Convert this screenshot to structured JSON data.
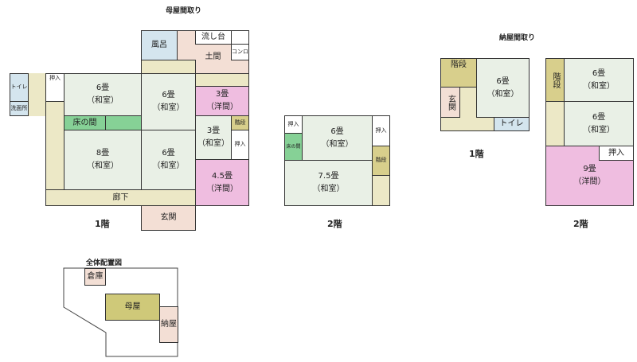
{
  "main_house": {
    "title": "母屋間取り",
    "floor1": {
      "label": "1階",
      "bath": "風呂",
      "sink": "流し台",
      "stove": "コンロ",
      "earth_floor": "土間",
      "toilet": "トイレ",
      "washroom": "洗面所",
      "closet_left": "押入",
      "room_6a": {
        "size": "6畳",
        "type": "（和室）"
      },
      "tokonoma": "床の間",
      "room_6b": {
        "size": "6畳",
        "type": "（和室）"
      },
      "room_3w": {
        "size": "3畳",
        "type": "（洋間）"
      },
      "room_8": {
        "size": "8畳",
        "type": "（和室）"
      },
      "room_6c": {
        "size": "6畳",
        "type": "（和室）"
      },
      "room_3j": {
        "size": "3畳",
        "type": "（和室）"
      },
      "stairs": "階段",
      "closet_right": "押入",
      "room_45": {
        "size": "4.5畳",
        "type": "（洋間）"
      },
      "hallway": "廊下",
      "entrance": "玄関"
    },
    "floor2": {
      "label": "2階",
      "closet_a": "押入",
      "tokonoma": "床の間",
      "room_6": {
        "size": "6畳",
        "type": "（和室）"
      },
      "closet_b": "押入",
      "stairs": "階段",
      "room_75": {
        "size": "7.5畳",
        "type": "（和室）"
      }
    }
  },
  "barn": {
    "title": "納屋間取り",
    "floor1": {
      "label": "1階",
      "stairs": "階段",
      "entrance": "玄関",
      "room_6": {
        "size": "6畳",
        "type": "（和室）"
      },
      "toilet": "トイレ"
    },
    "floor2": {
      "label": "2階",
      "stairs": "階段",
      "room_6a": {
        "size": "6畳",
        "type": "（和室）"
      },
      "room_6b": {
        "size": "6畳",
        "type": "（和室）"
      },
      "closet": "押入",
      "room_9": {
        "size": "9畳",
        "type": "（洋間）"
      }
    }
  },
  "site_plan": {
    "title": "全体配置図",
    "storehouse": "倉庫",
    "main_house": "母屋",
    "barn": "納屋"
  }
}
